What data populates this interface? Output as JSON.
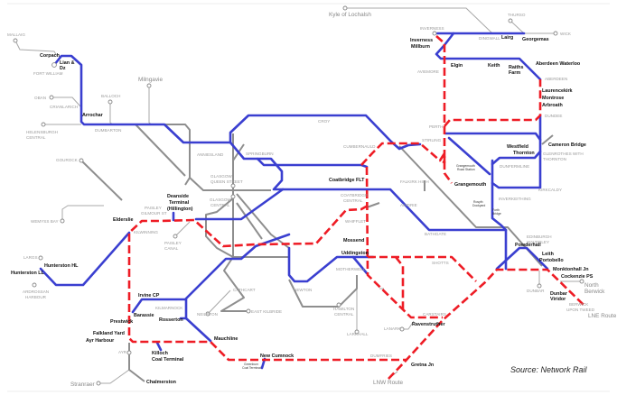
{
  "map": {
    "stations": [
      "MALLAIG",
      "FORT WILLIAM",
      "OBAN",
      "CRIANLARICH",
      "BALLOCH",
      "HELENSBURGH",
      "CENTRAL",
      "DUMBARTON",
      "ANNIESLAND",
      "GLASGOW",
      "QUEEN STREET",
      "SPRINGBURN",
      "CROY",
      "CUMBERNAULD",
      "COATBRIDGE",
      "CENTRAL",
      "WHIFFLET",
      "GOUROCK",
      "WEMYSS BAY",
      "PAISLEY",
      "GILMOUR ST",
      "KILWINNING",
      "PAISLEY",
      "CANAL",
      "GLASGOW",
      "CENTRAL",
      "LARGS",
      "ARDROSSAN",
      "HARBOUR",
      "KILMARNOCK",
      "CATHCART",
      "NEILSTON",
      "EAST KILBRIDE",
      "NEWTON",
      "MOTHERWELL",
      "HAMILTON",
      "CENTRAL",
      "LARKHALL",
      "LANARK",
      "CARSTAIRS",
      "SHOTTS",
      "DUMFRIES",
      "AYR",
      "BATHGATE",
      "AIRDRIE",
      "FALKIRK HIGH",
      "STIRLING",
      "PERTH",
      "AVIEMORE",
      "INVERNESS",
      "DINGWALL",
      "THURSO",
      "WICK",
      "ABERDEEN",
      "DUNDEE",
      "GLENROTHES WITH",
      "THORNTON",
      "DUNFERMLINE",
      "KIRKCALDY",
      "INVERKEITHING",
      "EDINBURGH",
      "WAVERLEY",
      "DUNBAR",
      "BERWICK",
      "UPON TWEED"
    ],
    "places": {
      "kyle": "Kyle of Lochalsh",
      "milngavie": "Milngavie",
      "stranraer": "Stranraer",
      "north_berwick_1": "North",
      "north_berwick_2": "Berwick",
      "lne": "LNE Route",
      "lnw": "LNW Route"
    },
    "terminals": [
      "Corpach",
      "Lian &",
      "Dz",
      "Arrochar",
      "Deanside",
      "Terminal",
      "(Hillington)",
      "Elderslie",
      "Hunterston HL",
      "Hunterston LL",
      "Irvine CP",
      "Barassie",
      "Prestwick",
      "Falkland Yard",
      "Ayr Harbour",
      "Rosserton",
      "Mauchline",
      "Killoch",
      "Coal Terminal",
      "Chalmerston",
      "New Cumnock",
      "Coatbridge FLT",
      "Mossend",
      "Uddingston",
      "Ravenstruther",
      "Gretna Jn",
      "Inverness",
      "Millburn",
      "Lairg",
      "Georgemas",
      "Elgin",
      "Keith",
      "Raiths",
      "Farm",
      "Aberdeen Waterloo",
      "Laurencekirk",
      "Montrose",
      "Arbroath",
      "Cameron Bridge",
      "Westfield",
      "Thornton",
      "Grangemouth",
      "Powderhall",
      "Leith",
      "Portobello",
      "Monktonhall Jn",
      "Cockenzie PS",
      "Dunbar",
      "Viridor"
    ],
    "small": [
      "Grangemouth",
      "Road Station",
      "Rosyth",
      "Dockyard",
      "Forth",
      "Bridge",
      "Greenburn",
      "Coal Terminal"
    ],
    "source": "Source: Network Rail",
    "colors": {
      "electrified": "#3a3fd0",
      "diversion": "#ee1c25",
      "other": "#8e8e8e"
    }
  }
}
